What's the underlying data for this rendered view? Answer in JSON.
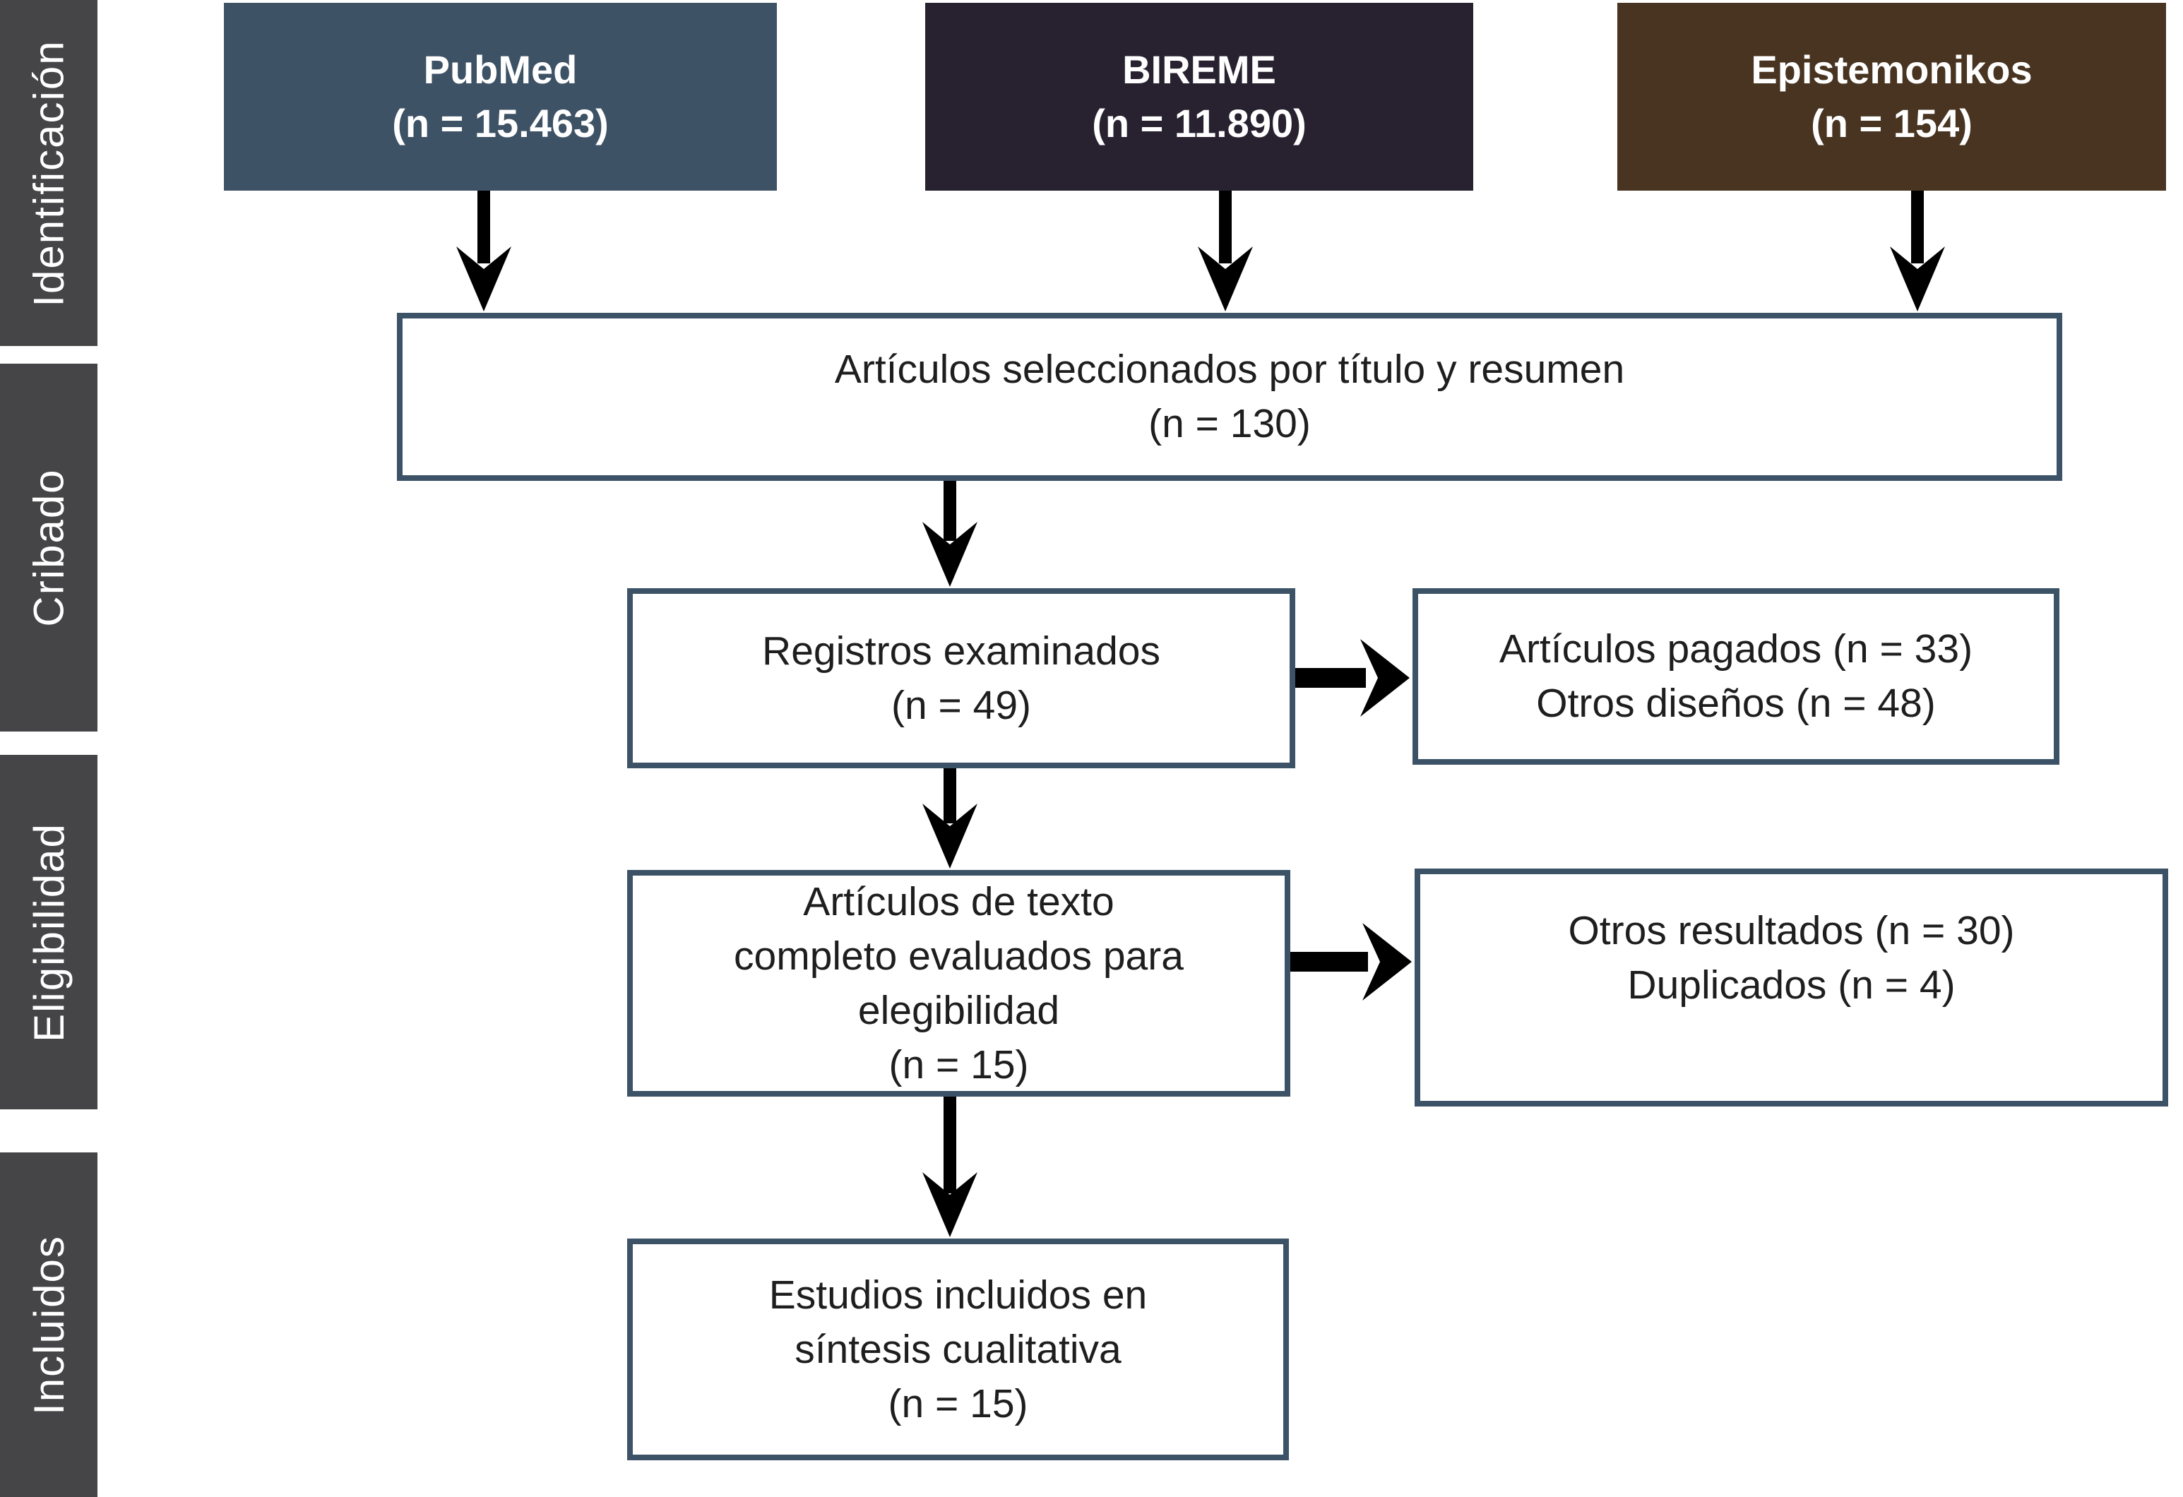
{
  "diagram_type": "prisma-flow-diagram",
  "colors": {
    "pubmed_bg": "#3E5266",
    "bireme_bg": "#282230",
    "epistemonikos_bg": "#483420",
    "sidebar_bg": "#454547",
    "box_border": "#3C5266",
    "box_bg": "#FFFFFF",
    "box_text": "#1E1E1E",
    "arrow": "#000000",
    "stage_text": "#FFFFFF"
  },
  "sidebar": {
    "stages": [
      {
        "label": "Identificación"
      },
      {
        "label": "Cribado"
      },
      {
        "label": "Eligibilidad"
      },
      {
        "label": "Incluidos"
      }
    ]
  },
  "sources": [
    {
      "name": "PubMed",
      "count_label": "(n = 15.463)"
    },
    {
      "name": "BIREME",
      "count_label": "(n = 11.890)"
    },
    {
      "name": "Epistemonikos",
      "count_label": "(n = 154)"
    }
  ],
  "flow_boxes": {
    "selected": {
      "lines": [
        "Artículos seleccionados por título y resumen",
        "(n = 130)"
      ]
    },
    "screened": {
      "lines": [
        "Registros examinados",
        "(n = 49)"
      ]
    },
    "excluded_screening": {
      "lines": [
        "Artículos pagados (n = 33)",
        "Otros diseños (n = 48)"
      ]
    },
    "fulltext": {
      "lines": [
        "Artículos de texto",
        "completo evaluados para",
        "elegibilidad",
        "(n = 15)"
      ]
    },
    "excluded_eligibility": {
      "lines": [
        "Otros resultados (n = 30)",
        "Duplicados (n = 4)"
      ]
    },
    "included": {
      "lines": [
        "Estudios incluidos en",
        "síntesis cualitativa",
        "(n = 15)"
      ]
    }
  }
}
